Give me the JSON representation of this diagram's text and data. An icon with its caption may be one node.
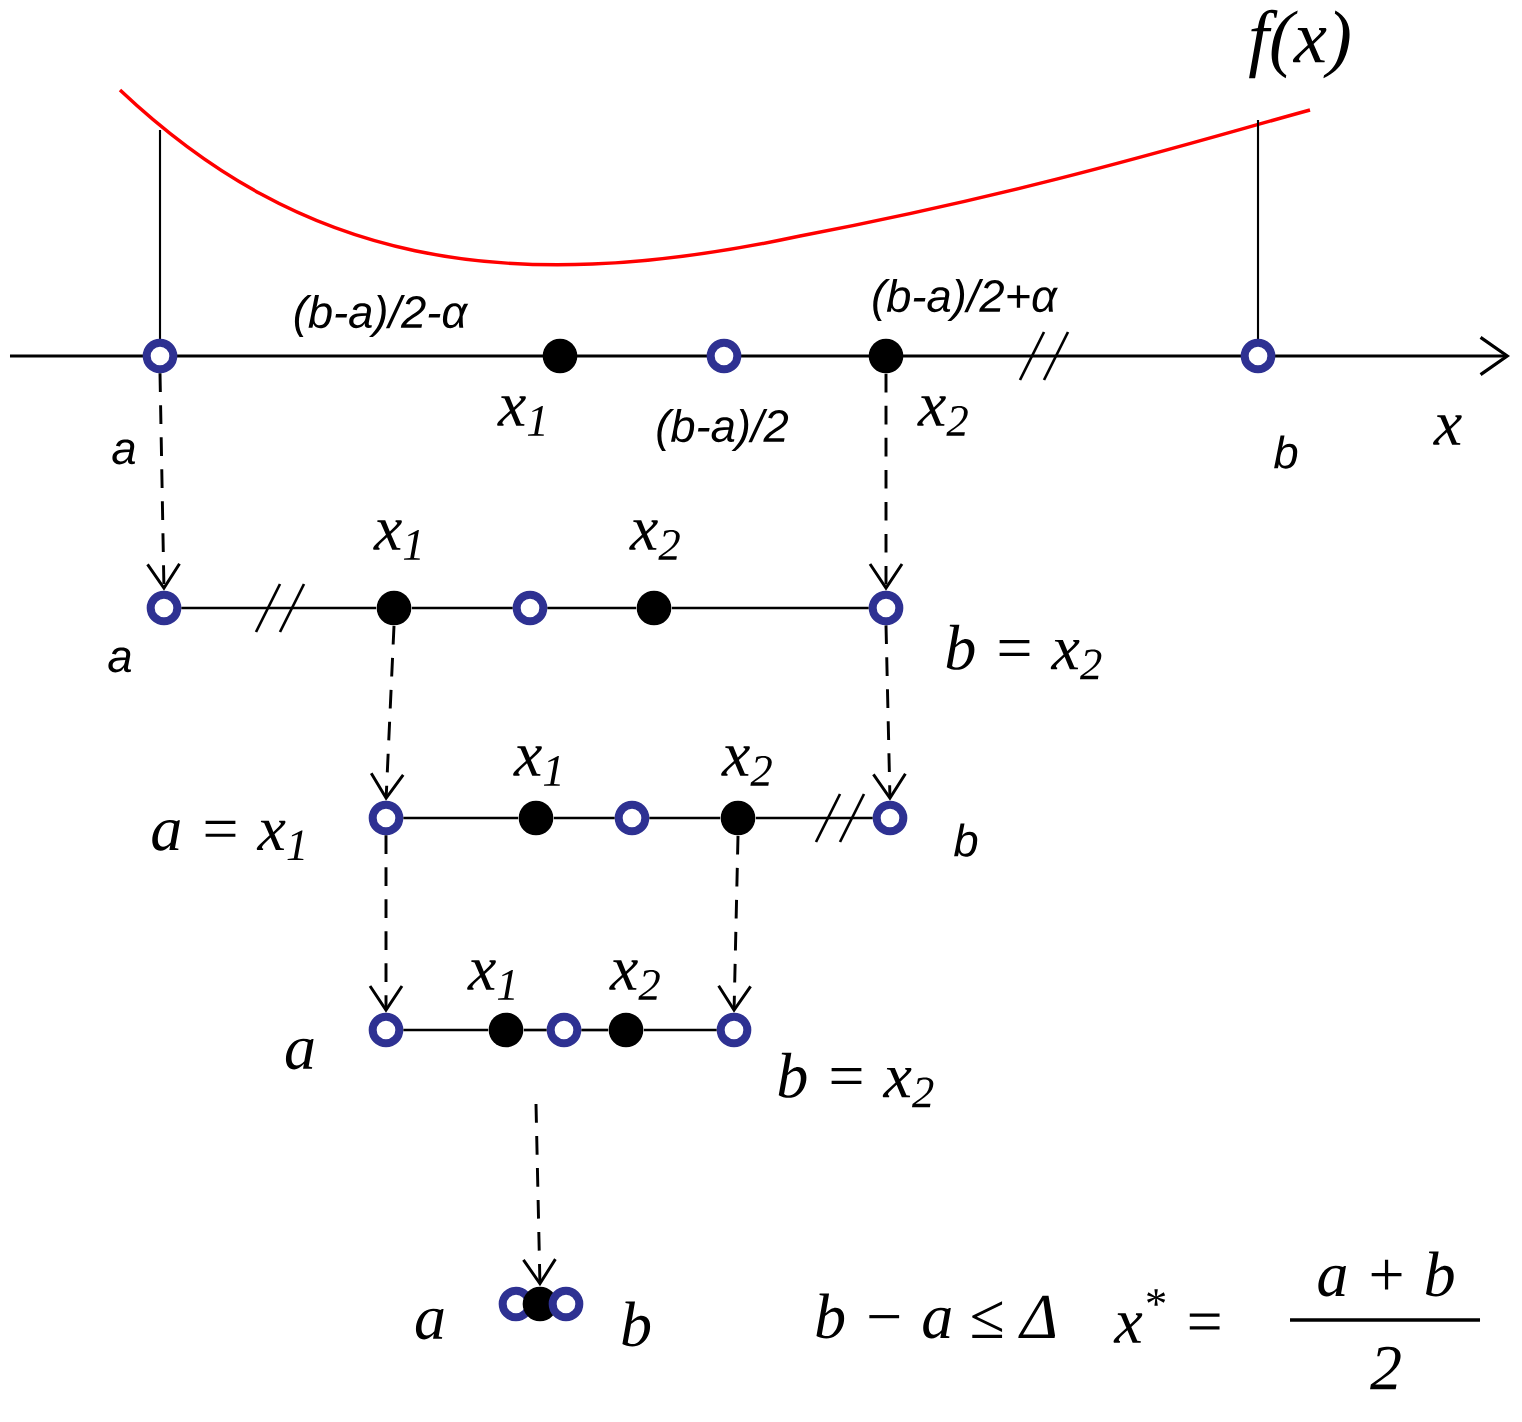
{
  "diagram": {
    "nodes": [
      {
        "text": [],
        "shape": "circle",
        "beside": [
          "a"
        ]
      },
      {
        "text": [],
        "shape": "dot",
        "beside": [
          "x$_{1}$"
        ]
      },
      {
        "text": [],
        "shape": "circle",
        "beside": [
          "(b-a)/2"
        ]
      },
      {
        "text": [],
        "shape": "dot",
        "beside": [
          "x$_{2}$"
        ]
      },
      {
        "text": [],
        "shape": "circle",
        "beside": [
          "b"
        ]
      },
      {
        "text": [],
        "shape": "circle",
        "beside": [
          "a"
        ]
      },
      {
        "text": [],
        "shape": "dot",
        "beside": [
          "x$_{1}$"
        ]
      },
      {
        "text": [],
        "shape": "circle"
      },
      {
        "text": [],
        "shape": "dot",
        "beside": [
          "x$_{2}$"
        ]
      },
      {
        "text": [],
        "shape": "circle",
        "beside": [
          "b = x$_{2}$"
        ]
      },
      {
        "text": [],
        "shape": "circle",
        "beside": [
          "a = x$_{1}$"
        ]
      },
      {
        "text": [],
        "shape": "dot",
        "beside": [
          "x$_{1}$"
        ]
      },
      {
        "text": [],
        "shape": "circle"
      },
      {
        "text": [],
        "shape": "dot",
        "beside": [
          "x$_{2}$"
        ]
      },
      {
        "text": [],
        "shape": "circle",
        "beside": [
          "b"
        ]
      },
      {
        "text": [],
        "shape": "circle",
        "beside": [
          "a"
        ]
      },
      {
        "text": [],
        "shape": "dot",
        "beside": [
          "x$_{1}$"
        ]
      },
      {
        "text": [],
        "shape": "circle"
      },
      {
        "text": [],
        "shape": "dot",
        "beside": [
          "x$_{2}$"
        ]
      },
      {
        "text": [],
        "shape": "circle",
        "beside": [
          "b = x$_{2}$"
        ]
      },
      {
        "text": [],
        "shape": "circle",
        "beside": [
          "a"
        ]
      },
      {
        "text": [],
        "shape": "dot"
      },
      {
        "text": [],
        "shape": "circle",
        "beside": [
          "b"
        ]
      }
    ],
    "edges": [
      {
        "from": 0,
        "to": 5,
        "arrow": "to",
        "style": "dashed"
      },
      {
        "from": 3,
        "to": 9,
        "arrow": "to",
        "style": "dashed"
      },
      {
        "from": 6,
        "to": 10,
        "arrow": "to",
        "style": "dashed"
      },
      {
        "from": 9,
        "to": 14,
        "arrow": "to",
        "style": "dashed"
      },
      {
        "from": 10,
        "to": 15,
        "arrow": "to",
        "style": "dashed"
      },
      {
        "from": 13,
        "to": 19,
        "arrow": "to",
        "style": "dashed"
      },
      {
        "from": null,
        "to": 21,
        "arrow": "to",
        "style": "dashed"
      },
      {
        "from": 5,
        "to": 6,
        "arrow": "none"
      },
      {
        "from": 6,
        "to": 7,
        "arrow": "none"
      },
      {
        "from": 7,
        "to": 8,
        "arrow": "none"
      },
      {
        "from": 8,
        "to": 9,
        "arrow": "none"
      },
      {
        "from": 10,
        "to": 11,
        "arrow": "none"
      },
      {
        "from": 11,
        "to": 12,
        "arrow": "none"
      },
      {
        "from": 12,
        "to": 13,
        "arrow": "none"
      },
      {
        "from": 13,
        "to": 14,
        "arrow": "none"
      },
      {
        "from": 15,
        "to": 16,
        "arrow": "none"
      },
      {
        "from": 16,
        "to": 17,
        "arrow": "none"
      },
      {
        "from": 17,
        "to": 18,
        "arrow": "none"
      },
      {
        "from": 18,
        "to": 19,
        "arrow": "none"
      }
    ],
    "labels": [
      "f(x)",
      "(b-a)/2-α",
      "(b-a)/2+α",
      "x",
      "b − a ≤ Δ",
      "x$^{*}$ =",
      "a + b",
      "2"
    ]
  }
}
